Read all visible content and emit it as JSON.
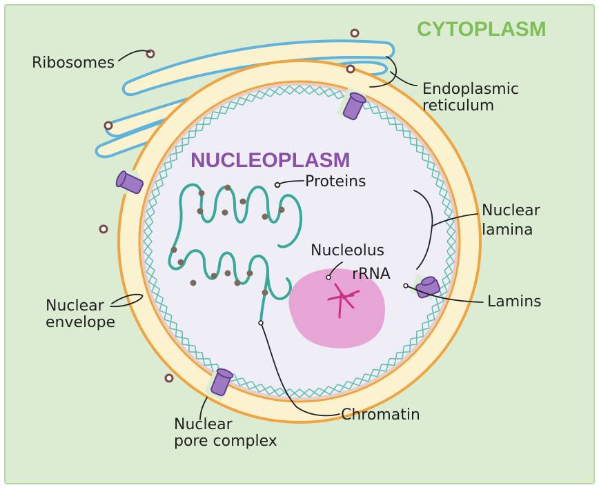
{
  "titles": {
    "cytoplasm": "CYTOPLASM",
    "nucleoplasm": "NUCLEOPLASM"
  },
  "labels": {
    "ribosomes": "Ribosomes",
    "er_line1": "Endoplasmic",
    "er_line2": "reticulum",
    "proteins": "Proteins",
    "lamina_line1": "Nuclear",
    "lamina_line2": "lamina",
    "nucleolus": "Nucleolus",
    "rrna": "rRNA",
    "lamins": "Lamins",
    "envelope_line1": "Nuclear",
    "envelope_line2": "envelope",
    "chromatin": "Chromatin",
    "pore_line1": "Nuclear",
    "pore_line2": "pore complex"
  },
  "colors": {
    "background": "#dcecd2",
    "border": "#b7d6a4",
    "cytoplasm_title": "#7fbf5a",
    "nucleoplasm_title": "#8a4fa6",
    "envelope_fill": "#fbf3cf",
    "envelope_outline": "#f0a441",
    "er_outline": "#5fb3dc",
    "lamina": "#5fbfb0",
    "nucleoplasm_fill": "#efeef7",
    "nucleoplasm_rim": "#e8cfc6",
    "chromatin": "#3aa99a",
    "protein_dot": "#7a6a5c",
    "nucleolus": "#e6a5d4",
    "rrna": "#cc2e86",
    "pore": "#9f79c4",
    "ribosome": "#7a4a3e"
  }
}
